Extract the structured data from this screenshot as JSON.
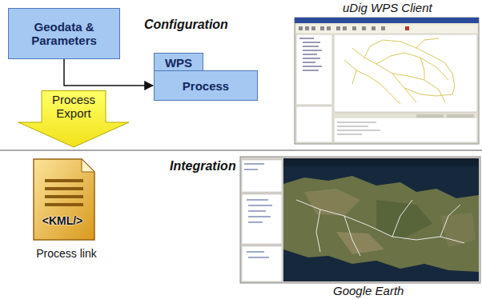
{
  "diagram": {
    "nodes": [
      {
        "text": [
          "Geodata & Parameters"
        ]
      },
      {
        "text": [
          "WPS"
        ]
      },
      {
        "text": [
          "Process"
        ]
      },
      {
        "text": [
          "Process Export"
        ]
      },
      {
        "text": [
          "<KML/>",
          "Process link"
        ]
      }
    ],
    "edges": [
      {
        "from": 0,
        "to": 2,
        "arrow": "to"
      }
    ],
    "labels": [
      "Configuration",
      "uDig WPS Client",
      "Integration",
      "Google Earth"
    ]
  }
}
